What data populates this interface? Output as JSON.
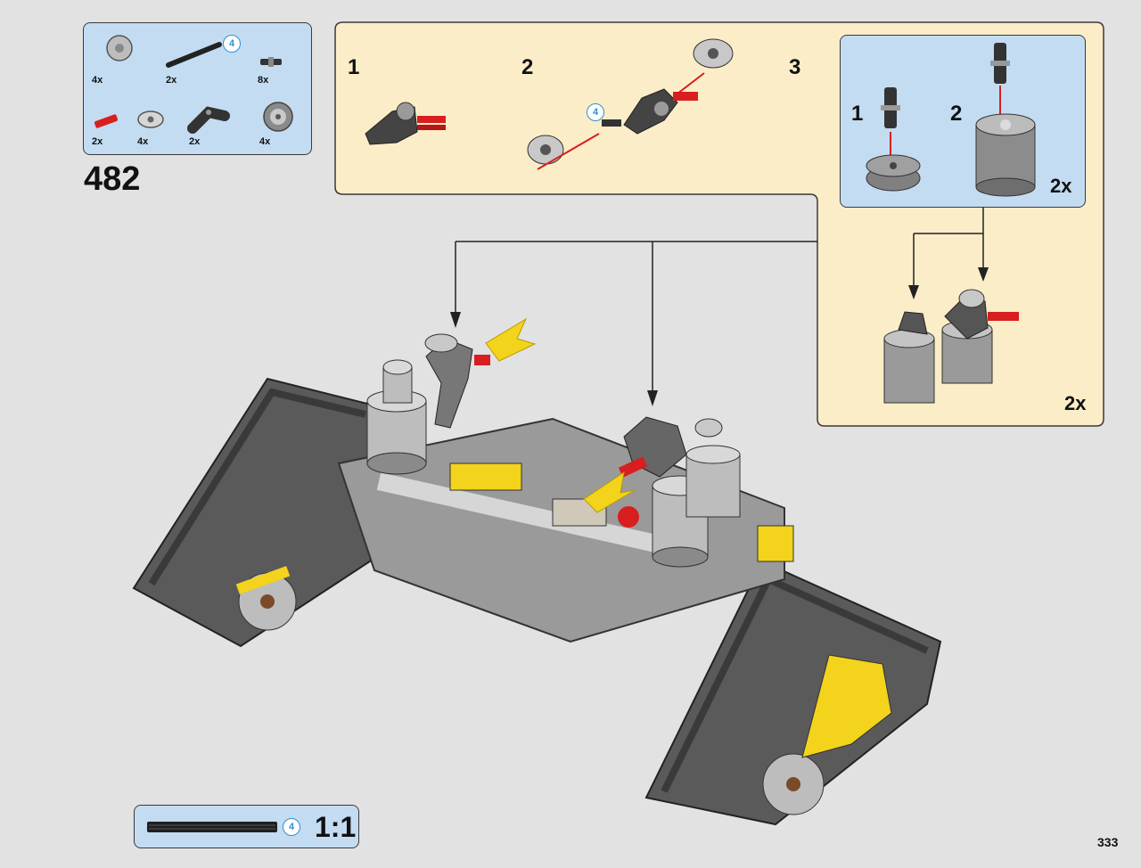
{
  "step_number": "482",
  "page_number": "333",
  "parts_list": [
    {
      "qty": "4x",
      "icon": "bush-wheel-icon"
    },
    {
      "qty": "2x",
      "icon": "axle-4-icon",
      "length": "4"
    },
    {
      "qty": "8x",
      "icon": "connector-pin-icon"
    },
    {
      "qty": "2x",
      "icon": "red-axle-pin-icon"
    },
    {
      "qty": "4x",
      "icon": "axle-connector-icon"
    },
    {
      "qty": "2x",
      "icon": "liftarm-bent-icon"
    },
    {
      "qty": "4x",
      "icon": "pulley-wheel-icon"
    }
  ],
  "substeps": {
    "items": [
      {
        "label": "1"
      },
      {
        "label": "2",
        "callout_length": "4"
      },
      {
        "label": "3"
      }
    ],
    "sub_substeps": [
      {
        "label": "1"
      },
      {
        "label": "2"
      }
    ],
    "sub_multiplier": "2x",
    "result_multiplier": "2x"
  },
  "scale_box": {
    "length": "4",
    "ratio": "1:1"
  },
  "colors": {
    "callout_bg": "#fbedc8",
    "panel_blue": "#c3dcf2",
    "page_bg": "#e2e2e2",
    "accent_yellow": "#f3d31c",
    "accent_red": "#d81e1e",
    "circle_blue": "#2f8fd0"
  }
}
